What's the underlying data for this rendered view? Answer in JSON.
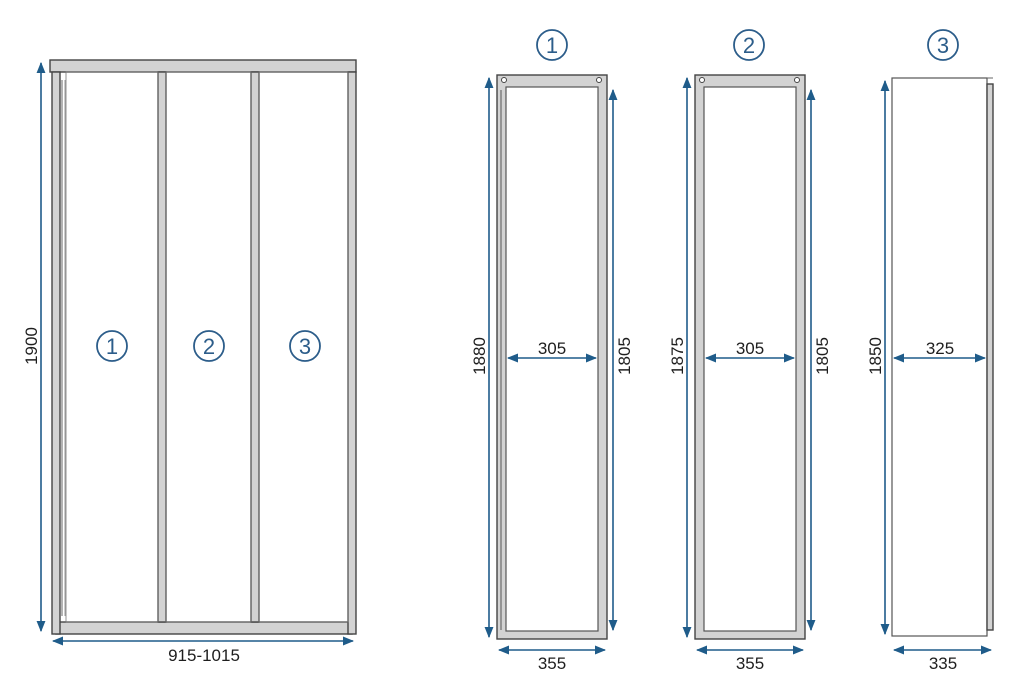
{
  "assembly": {
    "height": "1900",
    "width": "915-1015",
    "panel_labels": [
      "1",
      "2",
      "3"
    ]
  },
  "panel_1": {
    "number": "1",
    "height_outer": "1880",
    "height_inner": "1805",
    "width_inner": "305",
    "width_outer": "355"
  },
  "panel_2": {
    "number": "2",
    "height_outer": "1875",
    "height_inner": "1805",
    "width_inner": "305",
    "width_outer": "355"
  },
  "panel_3": {
    "number": "3",
    "height_outer": "1850",
    "width_inner": "325",
    "width_outer": "335"
  },
  "colors": {
    "dimension_line": "#1f5c8a",
    "frame": "#d3d3d3",
    "outline": "#444444"
  }
}
